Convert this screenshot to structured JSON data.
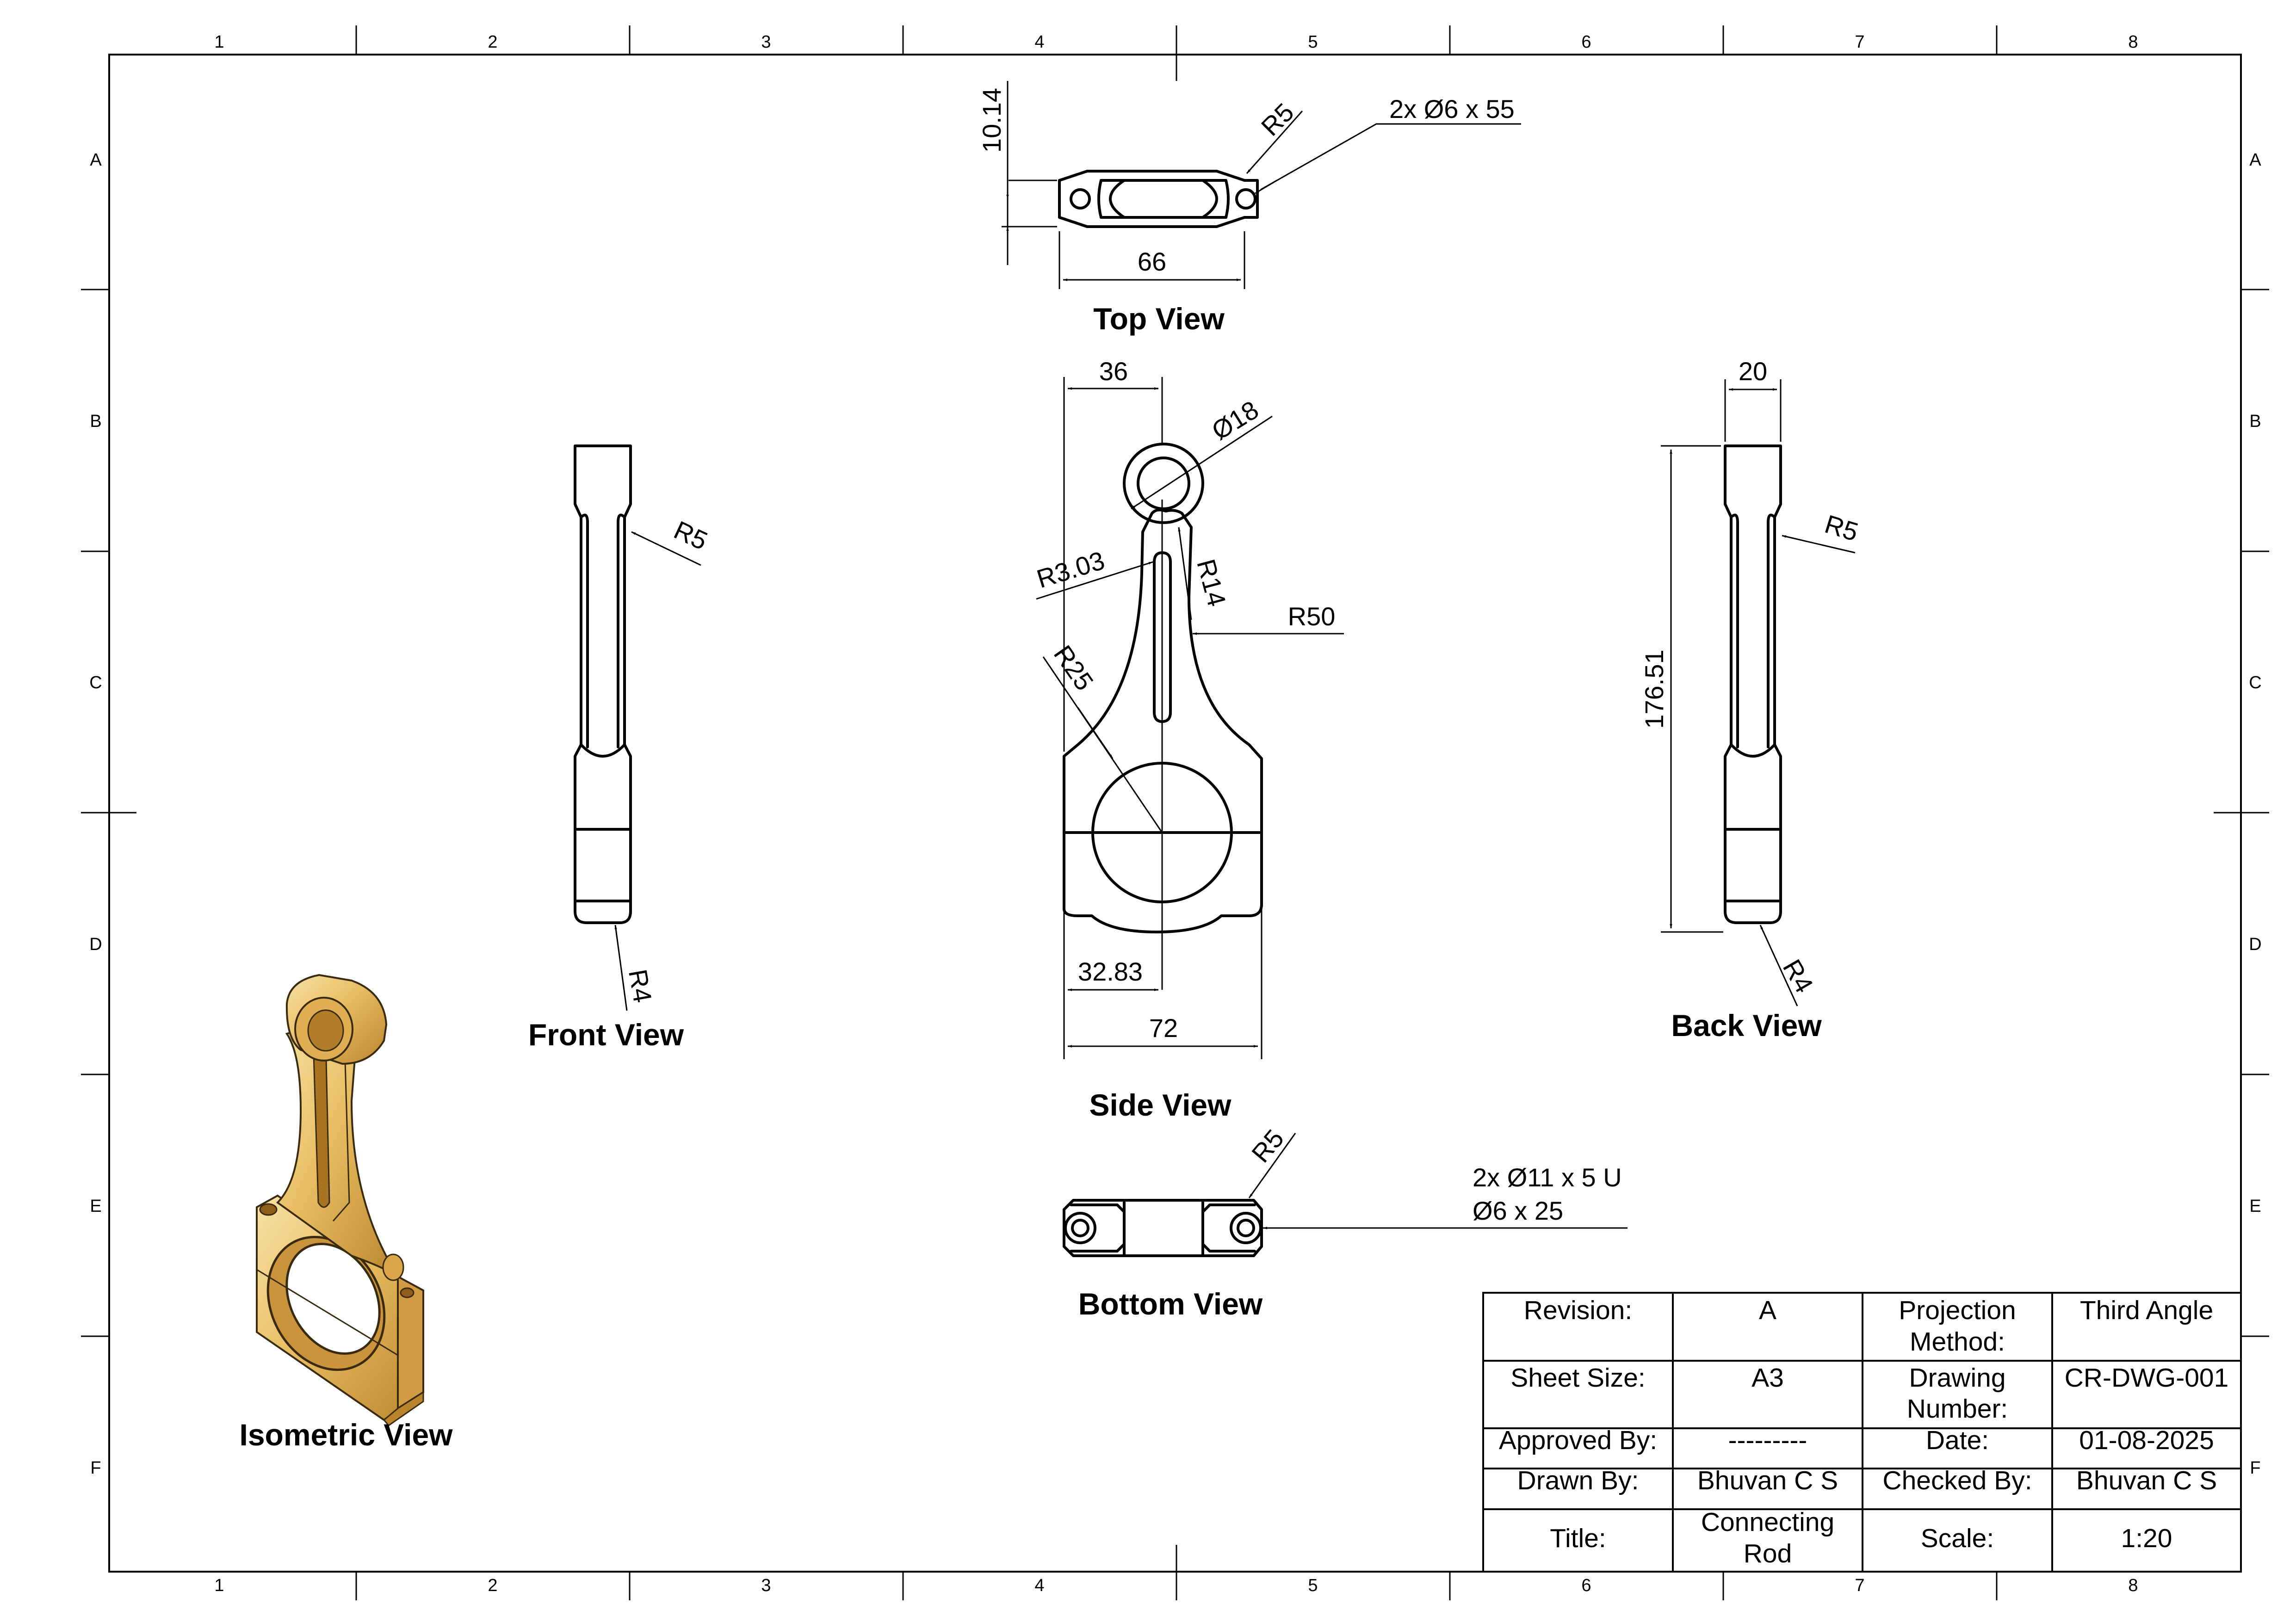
{
  "border": {
    "columns": [
      "1",
      "2",
      "3",
      "4",
      "5",
      "6",
      "7",
      "8"
    ],
    "rows": [
      "A",
      "B",
      "C",
      "D",
      "E",
      "F"
    ]
  },
  "views": {
    "top": {
      "label": "Top View",
      "dims": {
        "height": "10.14",
        "radius": "R5",
        "holes": "2x Ø6 x 55",
        "width": "66"
      }
    },
    "front": {
      "label": "Front View",
      "dims": {
        "fillet_top": "R5",
        "fillet_bottom": "R4"
      }
    },
    "side": {
      "label": "Side View",
      "dims": {
        "offset_top": "36",
        "small_bore": "Ø18",
        "fillet_small": "R3.03",
        "fillet_eye": "R14",
        "shank_radius": "R50",
        "big_bore": "R25",
        "offset_bottom": "32.83",
        "width": "72"
      }
    },
    "back": {
      "label": "Back View",
      "dims": {
        "thickness": "20",
        "fillet_top": "R5",
        "length": "176.51",
        "fillet_bottom": "R4"
      }
    },
    "bottom": {
      "label": "Bottom View",
      "dims": {
        "radius": "R5",
        "cbore_line1": "2x Ø11 x 5 U",
        "cbore_line2": "Ø6 x 25"
      }
    },
    "isometric": {
      "label": "Isometric View"
    }
  },
  "title_block": {
    "revision_label": "Revision:",
    "revision": "A",
    "projection_label_1": "Projection",
    "projection_label_2": "Method:",
    "projection": "Third Angle",
    "sheet_size_label": "Sheet Size:",
    "sheet_size": "A3",
    "drawing_number_label_1": "Drawing",
    "drawing_number_label_2": "Number:",
    "drawing_number": "CR-DWG-001",
    "approved_by_label": "Approved By:",
    "approved_by": "---------",
    "date_label": "Date:",
    "date": "01-08-2025",
    "drawn_by_label": "Drawn By:",
    "drawn_by": "Bhuvan C S",
    "checked_by_label": "Checked By:",
    "checked_by": "Bhuvan C S",
    "title_label": "Title:",
    "title_1": "Connecting",
    "title_2": "Rod",
    "scale_label": "Scale:",
    "scale": "1:20"
  },
  "colors": {
    "line": "#000000",
    "paper": "#ffffff",
    "part_light": "#f3d68c",
    "part_mid": "#e3b356",
    "part_dark": "#b07a22"
  }
}
